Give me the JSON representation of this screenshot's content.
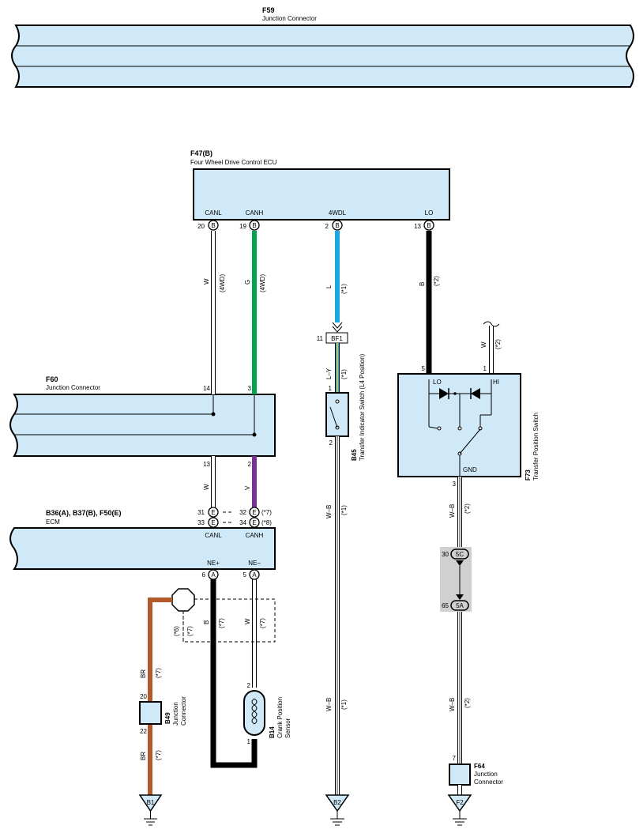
{
  "connectors": {
    "f59": {
      "code": "F59",
      "name": "Junction Connector"
    },
    "f47": {
      "code": "F47(B)",
      "name": "Four Wheel Drive Control ECU"
    },
    "f60": {
      "code": "F60",
      "name": "Junction Connector"
    },
    "ecm": {
      "code": "B36(A), B37(B), F50(E)",
      "name": "ECM"
    },
    "b45": {
      "code": "B45",
      "name": "Transfer Indicator Switch (L4 Position)"
    },
    "f73": {
      "code": "F73",
      "name": "Transfer Position Switch"
    },
    "b49": {
      "code": "B49",
      "name_line1": "Junction",
      "name_line2": "Connector"
    },
    "b14": {
      "code": "B14",
      "name_line1": "Crank Position",
      "name_line2": "Sensor"
    },
    "f64": {
      "code": "F64",
      "name_line1": "Junction",
      "name_line2": "Connector"
    },
    "bf1": "BF1"
  },
  "terminals": {
    "canl": "CANL",
    "canh": "CANH",
    "fwdl": "4WDL",
    "lo": "LO",
    "hi": "HI",
    "gnd": "GND",
    "nep": "NE+",
    "nem": "NE–"
  },
  "pins": {
    "p20": "20",
    "p19": "19",
    "p2": "2",
    "p13": "13",
    "p14": "14",
    "p3": "3",
    "p13b": "13",
    "p2b": "2",
    "p31": "31",
    "p32": "32",
    "p33": "33",
    "p34": "34",
    "p6": "6",
    "p5": "5",
    "p11": "11",
    "p1": "1",
    "p2c": "2",
    "p5b": "5",
    "p1b": "1",
    "p3b": "3",
    "p30": "30",
    "p65": "65",
    "p20b": "20",
    "p22": "22",
    "p2d": "2",
    "p1c": "1",
    "p7": "7"
  },
  "badges": {
    "B": "B",
    "E": "E",
    "A": "A",
    "5C": "5C",
    "5A": "5A"
  },
  "wires": {
    "W": "W",
    "G": "G",
    "L": "L",
    "B": "B",
    "LY": "L–Y",
    "V": "V",
    "WB": "W–B",
    "BR": "BR",
    "n4wd": "(4WD)",
    "n1": "(*1)",
    "n2": "(*2)",
    "n6": "(*6)",
    "n7": "(*7)",
    "n8": "(*8)"
  },
  "grounds": {
    "b1": "B1",
    "b2": "B2",
    "f2": "F2"
  },
  "colors": {
    "panel": "#cfe9f8",
    "green": "#00a550",
    "blue": "#1aa8e0",
    "purple": "#7b2f99",
    "brown": "#b35a2a",
    "yellow": "#e8d23a",
    "black": "#000000",
    "gray": "#d0d0d0"
  }
}
